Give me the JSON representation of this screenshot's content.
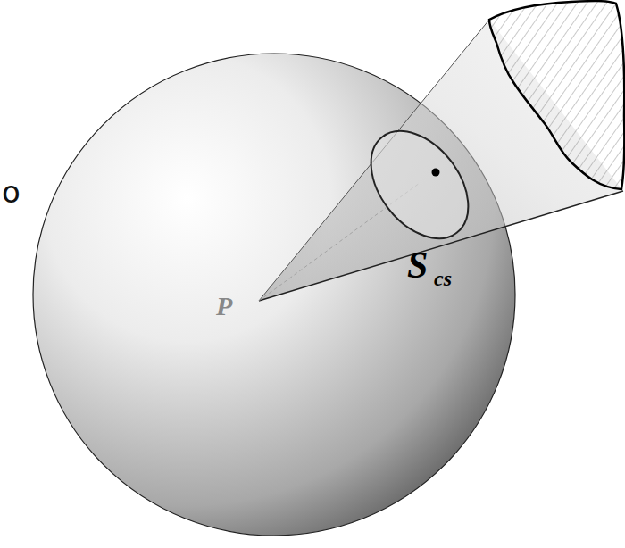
{
  "diagram": {
    "labels": [
      "o",
      "P",
      "S",
      "cs"
    ]
  }
}
